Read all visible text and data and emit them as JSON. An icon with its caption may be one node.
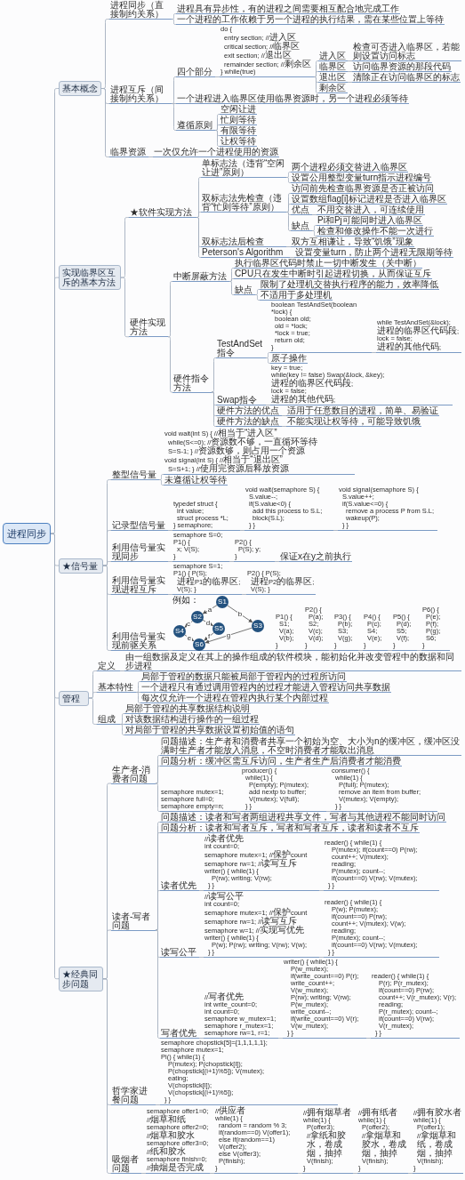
{
  "diagram": {
    "nodes": [
      {
        "text": [
          "进程同步"
        ]
      },
      {
        "text": [
          "基本概念"
        ]
      },
      {
        "text": [
          "进程同步（直接制约关系）"
        ]
      },
      {
        "text": [
          "进程具有异步性，有的进程之间需要相互配合地完成工作"
        ]
      },
      {
        "text": [
          "一个进程的工作依赖于另一个进程的执行结果，需在某些位置上等待"
        ]
      },
      {
        "text": [
          "进程互斥（间接制约关系）"
        ]
      },
      {
        "text": [
          "四个部分"
        ]
      },
      {
        "text": [
          "do {",
          "entry section; //进入区",
          "critical section; //临界区",
          "exit section; //退出区",
          "remainder section; //剩余区",
          "} while(true)"
        ]
      },
      {
        "text": [
          "进入区"
        ]
      },
      {
        "text": [
          "检查可否进入临界区，若能则设置访问标志"
        ]
      },
      {
        "text": [
          "临界区"
        ]
      },
      {
        "text": [
          "访问临界资源的那段代码"
        ]
      },
      {
        "text": [
          "退出区"
        ]
      },
      {
        "text": [
          "清除正在访问临界区的标志"
        ]
      },
      {
        "text": [
          "剩余区"
        ]
      },
      {
        "text": [
          "一个进程进入临界区使用临界资源时，另一个进程必须等待"
        ]
      },
      {
        "text": [
          "遵循原则"
        ]
      },
      {
        "text": [
          "空闲让进"
        ]
      },
      {
        "text": [
          "忙则等待"
        ]
      },
      {
        "text": [
          "有限等待"
        ]
      },
      {
        "text": [
          "让权等待"
        ]
      },
      {
        "text": [
          "临界资源"
        ]
      },
      {
        "text": [
          "一次仅允许一个进程使用的资源"
        ]
      },
      {
        "text": [
          "实现临界区互斥的基本方法"
        ]
      },
      {
        "text": [
          "★软件实现方法"
        ]
      },
      {
        "text": [
          "单标志法（违背“空闲让进”原则）"
        ]
      },
      {
        "text": [
          "两个进程必须交替进入临界区"
        ]
      },
      {
        "text": [
          "设置公用整型变量turn指示进程编号"
        ]
      },
      {
        "text": [
          "双标志法先检查（违背“忙则等待”原则）"
        ]
      },
      {
        "text": [
          "访问前先检查临界资源是否正被访问"
        ]
      },
      {
        "text": [
          "设置数组flag[i]标记进程是否进入临界区"
        ]
      },
      {
        "text": [
          "优点"
        ]
      },
      {
        "text": [
          "不用交替进入，可连续使用"
        ]
      },
      {
        "text": [
          "缺点"
        ]
      },
      {
        "text": [
          "Pi和Pj可能同时进入临界区"
        ]
      },
      {
        "text": [
          "检查和修改操作不能一次进行"
        ]
      },
      {
        "text": [
          "双标志法后检查"
        ]
      },
      {
        "text": [
          "双方互相谦让，导致“饥饿”现象"
        ]
      },
      {
        "text": [
          "Peterson's Algorithm"
        ]
      },
      {
        "text": [
          "设置变量turn，防止两个进程无限期等待"
        ]
      },
      {
        "text": [
          "硬件实现方法"
        ]
      },
      {
        "text": [
          "中断屏蔽方法"
        ]
      },
      {
        "text": [
          "执行临界区代码时禁止一切中断发生（关中断）"
        ]
      },
      {
        "text": [
          "CPU只在发生中断时引起进程切换，从而保证互斥"
        ]
      },
      {
        "text": [
          "缺点"
        ]
      },
      {
        "text": [
          "限制了处理机交替执行程序的能力，效率降低"
        ]
      },
      {
        "text": [
          "不适用于多处理机"
        ]
      },
      {
        "text": [
          "硬件指令方法"
        ]
      },
      {
        "text": [
          "TestAndSet指令"
        ]
      },
      {
        "text": [
          "boolean TestAndSet(boolean *lock) {",
          "boolean old;",
          "old = *lock;",
          "*lock = true;",
          "return old;",
          "}"
        ]
      },
      {
        "text": [
          "while TestAndSet(&lock);",
          "进程的临界区代码段;",
          "lock = false;",
          "进程的其他代码;"
        ]
      },
      {
        "text": [
          "原子操作"
        ]
      },
      {
        "text": [
          "Swap指令"
        ]
      },
      {
        "text": [
          "key = true;",
          "while(key != false) Swap(&lock, &key);",
          "进程的临界区代码段;",
          "lock = false;",
          "进程的其他代码;"
        ]
      },
      {
        "text": [
          "硬件方法的优点"
        ]
      },
      {
        "text": [
          "适用于任意数目的进程，简单、易验证"
        ]
      },
      {
        "text": [
          "硬件方法的缺点"
        ]
      },
      {
        "text": [
          "不能实现让权等待，可能导致饥饿"
        ]
      },
      {
        "text": [
          "★信号量"
        ]
      },
      {
        "text": [
          "整型信号量"
        ]
      },
      {
        "text": [
          "void wait(int S) { //相当于“进入区”",
          "while(S<=0); //资源数不够，一直循环等待",
          "S=S-1; } //资源数够，则占用一个资源",
          "void signal(int S) { //相当于“退出区”",
          "S=S+1; } //使用完资源后释放资源"
        ]
      },
      {
        "text": [
          "未遵循让权等待"
        ]
      },
      {
        "text": [
          "记录型信号量"
        ]
      },
      {
        "text": [
          "typedef struct {",
          "int value;",
          "struct process *L;",
          "} semaphore;"
        ]
      },
      {
        "text": [
          "void wait(semaphore S) {",
          "S.value--;",
          "if(S.value<0) {",
          "add this process to S.L;",
          "block(S.L);",
          "} }"
        ]
      },
      {
        "text": [
          "void signal(semaphore S) {",
          "S.value++;",
          "if(S.value<=0) {",
          "remove a process P from S.L;",
          "wakeup(P);",
          "} }"
        ]
      },
      {
        "text": [
          "利用信号量实现同步"
        ]
      },
      {
        "text": [
          "semaphore S=0;",
          "P1() {",
          "x; V(S);",
          "}"
        ]
      },
      {
        "text": [
          "P2() {",
          "P(S); y;",
          "}"
        ]
      },
      {
        "text": [
          "保证x在y之前执行"
        ]
      },
      {
        "text": [
          "利用信号量实现进程互斥"
        ]
      },
      {
        "text": [
          "semaphore S=1;",
          "P1() { P(S);",
          "进程P1的临界区;",
          "V(S); }"
        ]
      },
      {
        "text": [
          "P2() { P(S);",
          "进程P2的临界区;",
          "V(S); }"
        ]
      },
      {
        "text": [
          "利用信号量实现前驱关系"
        ]
      },
      {
        "text": [
          "例如："
        ]
      },
      {
        "text": [
          "S1"
        ],
        "in": 74
      },
      {
        "text": [
          "S2"
        ],
        "in": 74
      },
      {
        "text": [
          "S3"
        ],
        "in": 74
      },
      {
        "text": [
          "S4"
        ],
        "in": 74
      },
      {
        "text": [
          "S5"
        ],
        "in": 74
      },
      {
        "text": [
          "S6"
        ],
        "in": 74
      },
      {
        "text": [
          "P1() {",
          "S1;",
          "V(a);",
          "V(b);",
          "}"
        ]
      },
      {
        "text": [
          "P2() {",
          "P(a);",
          "S2;",
          "V(c);",
          "V(d);",
          "}"
        ]
      },
      {
        "text": [
          "P3() {",
          "P(b);",
          "S3;",
          "V(g);",
          "}"
        ]
      },
      {
        "text": [
          "P4() {",
          "P(c);",
          "S4;",
          "V(e);",
          "}"
        ]
      },
      {
        "text": [
          "P5() {",
          "P(d);",
          "S5;",
          "V(f);",
          "}"
        ]
      },
      {
        "text": [
          "P6() {",
          "P(e);",
          "P(f);",
          "P(g);",
          "S6;",
          "}"
        ]
      },
      {
        "text": [
          "管程"
        ]
      },
      {
        "text": [
          "定义"
        ]
      },
      {
        "text": [
          "由一组数据及定义在其上的操作组成的软件模块，能初始化并改变管程中的数据和同步进程"
        ]
      },
      {
        "text": [
          "基本特性"
        ]
      },
      {
        "text": [
          "局部于管程的数据只能被局部于管程内的过程所访问"
        ]
      },
      {
        "text": [
          "一个进程只有通过调用管程内的过程才能进入管程访问共享数据"
        ]
      },
      {
        "text": [
          "每次仅允许一个进程在管程内执行某个内部过程"
        ]
      },
      {
        "text": [
          "组成"
        ]
      },
      {
        "text": [
          "局部于管程的共享数据结构说明"
        ]
      },
      {
        "text": [
          "对该数据结构进行操作的一组过程"
        ]
      },
      {
        "text": [
          "对局部于管程的共享数据设置初始值的语句"
        ]
      },
      {
        "text": [
          "★经典同步问题"
        ]
      },
      {
        "text": [
          "生产者-消费者问题"
        ]
      },
      {
        "text": [
          "问题描述：生产者和消费者共享一个初始为空、大小为n的缓冲区，缓冲区没满时生产者才能放入消息，不空时消费者才能取出消息"
        ]
      },
      {
        "text": [
          "问题分析：缓冲区需互斥访问，生产者生产后消费者才能消费"
        ]
      },
      {
        "text": [
          "semaphore mutex=1;",
          "semaphore full=0;",
          "semaphore empty=n;"
        ]
      },
      {
        "text": [
          "producer() {",
          "while(1) {",
          "P(empty); P(mutex);",
          "add nextp to buffer;",
          "V(mutex); V(full);",
          "} }"
        ]
      },
      {
        "text": [
          "consumer() {",
          "while(1) {",
          "P(full); P(mutex);",
          "remove an item from buffer;",
          "V(mutex); V(empty);",
          "} }"
        ]
      },
      {
        "text": [
          "读者-写者问题"
        ]
      },
      {
        "text": [
          "问题描述：读者和写者两组进程共享文件，写者与其他进程不能同时访问"
        ]
      },
      {
        "text": [
          "问题分析：读者和写者互斥，写者和写者互斥，读者和读者不互斥"
        ]
      },
      {
        "text": [
          "读者优先"
        ]
      },
      {
        "text": [
          "//读者优先",
          "int count=0;",
          "semaphore mutex=1; //保护count",
          "semaphore rw=1; //读写互斥",
          "writer() { while(1) {",
          "P(rw); writing; V(rw);",
          "} }"
        ]
      },
      {
        "text": [
          "reader() { while(1) {",
          "P(mutex); if(count==0) P(rw);",
          "count++; V(mutex);",
          "reading;",
          "P(mutex); count--;",
          "if(count==0) V(rw); V(mutex);",
          "} }"
        ]
      },
      {
        "text": [
          "读写公平"
        ]
      },
      {
        "text": [
          "//读写公平",
          "int count=0;",
          "semaphore mutex=1; //保护count",
          "semaphore rw=1; //读写互斥",
          "semaphore w=1; //实现写优先",
          "writer() { while(1) {",
          "P(w); P(rw); writing; V(rw); V(w);",
          "} }"
        ]
      },
      {
        "text": [
          "reader() { while(1) {",
          "P(w); P(mutex);",
          "if(count==0) P(rw);",
          "count++; V(mutex); V(w);",
          "reading;",
          "P(mutex); count--;",
          "if(count==0) V(rw); V(mutex);",
          "} }"
        ]
      },
      {
        "text": [
          "写者优先"
        ]
      },
      {
        "text": [
          "//写者优先",
          "int write_count=0;",
          "int count=0;",
          "semaphore w_mutex=1;",
          "semaphore r_mutex=1;",
          "semaphore rw=1, r=1;"
        ]
      },
      {
        "text": [
          "writer() { while(1) {",
          "P(w_mutex);",
          "if(write_count==0) P(r);",
          "write_count++; V(w_mutex);",
          "P(rw); writing; V(rw);",
          "P(w_mutex); write_count--;",
          "if(write_count==0) V(r);",
          "V(w_mutex);",
          "} }"
        ]
      },
      {
        "text": [
          "reader() { while(1) {",
          "P(r); P(r_mutex);",
          "if(count==0) P(rw);",
          "count++; V(r_mutex); V(r);",
          "reading;",
          "P(r_mutex); count--;",
          "if(count==0) V(rw);",
          "V(r_mutex);",
          "} }"
        ]
      },
      {
        "text": [
          "哲学家进餐问题"
        ]
      },
      {
        "text": [
          "semaphore chopstick[5]={1,1,1,1,1};",
          "semaphore mutex=1;",
          "Pi() { while(1) {",
          "P(mutex); P(chopstick[i]);",
          "P(chopstick[(i+1)%5]); V(mutex);",
          "eating;",
          "V(chopstick[i]);",
          "V(chopstick[(i+1)%5]);",
          "} }"
        ]
      },
      {
        "text": [
          "吸烟者问题"
        ]
      },
      {
        "text": [
          "semaphore offer1=0; //烟草和纸",
          "semaphore offer2=0; //烟草和胶水",
          "semaphore offer3=0; //纸和胶水",
          "semaphore finish=0; //抽烟是否完成"
        ]
      },
      {
        "text": [
          "//供应者",
          "while(1) {",
          "random = random % 3;",
          "if(random==0) V(offer1);",
          "else if(random==1) V(offer2);",
          "else V(offer3);",
          "P(finish);",
          "}"
        ]
      },
      {
        "text": [
          "//拥有烟草者",
          "while(1) {",
          "P(offer3);",
          "//拿纸和胶水，卷成烟，抽掉",
          "V(finish);",
          "}"
        ]
      },
      {
        "text": [
          "//拥有纸者",
          "while(1) {",
          "P(offer2);",
          "//拿烟草和胶水，卷成烟，抽掉",
          "V(finish);",
          "}"
        ]
      },
      {
        "text": [
          "//拥有胶水者",
          "while(1) {",
          "P(offer1);",
          "//拿烟草和纸，卷成烟，抽掉",
          "V(finish);",
          "}"
        ]
      }
    ],
    "edges": [
      {
        "from": 0,
        "to": 1,
        "arrow": "none"
      },
      {
        "from": 1,
        "to": 2,
        "arrow": "none"
      },
      {
        "from": 2,
        "to": 3,
        "arrow": "none"
      },
      {
        "from": 2,
        "to": 4,
        "arrow": "none"
      },
      {
        "from": 1,
        "to": 5,
        "arrow": "none"
      },
      {
        "from": 5,
        "to": 6,
        "arrow": "none"
      },
      {
        "from": 6,
        "to": 7,
        "arrow": "none"
      },
      {
        "from": 7,
        "to": 8,
        "arrow": "none"
      },
      {
        "from": 8,
        "to": 9,
        "arrow": "none"
      },
      {
        "from": 7,
        "to": 10,
        "arrow": "none"
      },
      {
        "from": 10,
        "to": 11,
        "arrow": "none"
      },
      {
        "from": 7,
        "to": 12,
        "arrow": "none"
      },
      {
        "from": 12,
        "to": 13,
        "arrow": "none"
      },
      {
        "from": 7,
        "to": 14,
        "arrow": "none"
      },
      {
        "from": 5,
        "to": 15,
        "arrow": "none"
      },
      {
        "from": 5,
        "to": 16,
        "arrow": "none"
      },
      {
        "from": 16,
        "to": 17,
        "arrow": "none"
      },
      {
        "from": 16,
        "to": 18,
        "arrow": "none"
      },
      {
        "from": 16,
        "to": 19,
        "arrow": "none"
      },
      {
        "from": 16,
        "to": 20,
        "arrow": "none"
      },
      {
        "from": 1,
        "to": 21,
        "arrow": "none"
      },
      {
        "from": 21,
        "to": 22,
        "arrow": "none"
      },
      {
        "from": 0,
        "to": 23,
        "arrow": "none"
      },
      {
        "from": 23,
        "to": 24,
        "arrow": "none"
      },
      {
        "from": 24,
        "to": 25,
        "arrow": "none"
      },
      {
        "from": 25,
        "to": 26,
        "arrow": "none"
      },
      {
        "from": 25,
        "to": 27,
        "arrow": "none"
      },
      {
        "from": 24,
        "to": 28,
        "arrow": "none"
      },
      {
        "from": 28,
        "to": 29,
        "arrow": "none"
      },
      {
        "from": 28,
        "to": 30,
        "arrow": "none"
      },
      {
        "from": 28,
        "to": 31,
        "arrow": "none"
      },
      {
        "from": 31,
        "to": 32,
        "arrow": "none"
      },
      {
        "from": 28,
        "to": 33,
        "arrow": "none"
      },
      {
        "from": 33,
        "to": 34,
        "arrow": "none"
      },
      {
        "from": 33,
        "to": 35,
        "arrow": "none"
      },
      {
        "from": 24,
        "to": 36,
        "arrow": "none"
      },
      {
        "from": 36,
        "to": 37,
        "arrow": "none"
      },
      {
        "from": 24,
        "to": 38,
        "arrow": "none"
      },
      {
        "from": 38,
        "to": 39,
        "arrow": "none"
      },
      {
        "from": 23,
        "to": 40,
        "arrow": "none"
      },
      {
        "from": 40,
        "to": 41,
        "arrow": "none"
      },
      {
        "from": 41,
        "to": 42,
        "arrow": "none"
      },
      {
        "from": 41,
        "to": 43,
        "arrow": "none"
      },
      {
        "from": 41,
        "to": 44,
        "arrow": "none"
      },
      {
        "from": 44,
        "to": 45,
        "arrow": "none"
      },
      {
        "from": 44,
        "to": 46,
        "arrow": "none"
      },
      {
        "from": 40,
        "to": 47,
        "arrow": "none"
      },
      {
        "from": 47,
        "to": 48,
        "arrow": "none"
      },
      {
        "from": 48,
        "to": 49,
        "arrow": "none"
      },
      {
        "from": 49,
        "to": 50,
        "arrow": "none"
      },
      {
        "from": 48,
        "to": 51,
        "arrow": "none"
      },
      {
        "from": 47,
        "to": 52,
        "arrow": "none"
      },
      {
        "from": 52,
        "to": 53,
        "arrow": "none"
      },
      {
        "from": 47,
        "to": 54,
        "arrow": "none"
      },
      {
        "from": 54,
        "to": 55,
        "arrow": "none"
      },
      {
        "from": 47,
        "to": 56,
        "arrow": "none"
      },
      {
        "from": 56,
        "to": 57,
        "arrow": "none"
      },
      {
        "from": 0,
        "to": 58,
        "arrow": "none"
      },
      {
        "from": 58,
        "to": 59,
        "arrow": "none"
      },
      {
        "from": 59,
        "to": 60,
        "arrow": "none"
      },
      {
        "from": 59,
        "to": 61,
        "arrow": "none"
      },
      {
        "from": 58,
        "to": 62,
        "arrow": "none"
      },
      {
        "from": 62,
        "to": 63,
        "arrow": "none"
      },
      {
        "from": 63,
        "to": 64,
        "arrow": "none"
      },
      {
        "from": 64,
        "to": 65,
        "arrow": "none"
      },
      {
        "from": 58,
        "to": 66,
        "arrow": "none"
      },
      {
        "from": 66,
        "to": 67,
        "arrow": "none"
      },
      {
        "from": 67,
        "to": 68,
        "arrow": "none"
      },
      {
        "from": 68,
        "to": 69,
        "arrow": "none"
      },
      {
        "from": 58,
        "to": 70,
        "arrow": "none"
      },
      {
        "from": 70,
        "to": 71,
        "arrow": "none"
      },
      {
        "from": 71,
        "to": 72,
        "arrow": "none"
      },
      {
        "from": 58,
        "to": 73,
        "arrow": "none"
      },
      {
        "from": 73,
        "to": 74,
        "arrow": "none"
      },
      {
        "from": 75,
        "to": 76,
        "arrow": "to",
        "label": "a"
      },
      {
        "from": 75,
        "to": 77,
        "arrow": "to",
        "label": "b"
      },
      {
        "from": 76,
        "to": 78,
        "arrow": "to",
        "label": "c"
      },
      {
        "from": 76,
        "to": 79,
        "arrow": "to",
        "label": "d"
      },
      {
        "from": 78,
        "to": 80,
        "arrow": "to",
        "label": "e"
      },
      {
        "from": 79,
        "to": 80,
        "arrow": "to",
        "label": "f"
      },
      {
        "from": 77,
        "to": 80,
        "arrow": "to",
        "label": "g"
      },
      {
        "from": 74,
        "to": 81,
        "arrow": "none"
      },
      {
        "from": 81,
        "to": 82,
        "arrow": "none"
      },
      {
        "from": 82,
        "to": 83,
        "arrow": "none"
      },
      {
        "from": 83,
        "to": 84,
        "arrow": "none"
      },
      {
        "from": 84,
        "to": 85,
        "arrow": "none"
      },
      {
        "from": 85,
        "to": 86,
        "arrow": "none"
      },
      {
        "from": 0,
        "to": 87,
        "arrow": "none"
      },
      {
        "from": 87,
        "to": 88,
        "arrow": "none"
      },
      {
        "from": 88,
        "to": 89,
        "arrow": "none"
      },
      {
        "from": 87,
        "to": 90,
        "arrow": "none"
      },
      {
        "from": 90,
        "to": 91,
        "arrow": "none"
      },
      {
        "from": 90,
        "to": 92,
        "arrow": "none"
      },
      {
        "from": 90,
        "to": 93,
        "arrow": "none"
      },
      {
        "from": 87,
        "to": 94,
        "arrow": "none"
      },
      {
        "from": 94,
        "to": 95,
        "arrow": "none"
      },
      {
        "from": 94,
        "to": 96,
        "arrow": "none"
      },
      {
        "from": 94,
        "to": 97,
        "arrow": "none"
      },
      {
        "from": 0,
        "to": 98,
        "arrow": "none"
      },
      {
        "from": 98,
        "to": 99,
        "arrow": "none"
      },
      {
        "from": 99,
        "to": 100,
        "arrow": "none"
      },
      {
        "from": 99,
        "to": 101,
        "arrow": "none"
      },
      {
        "from": 99,
        "to": 102,
        "arrow": "none"
      },
      {
        "from": 102,
        "to": 103,
        "arrow": "none"
      },
      {
        "from": 103,
        "to": 104,
        "arrow": "none"
      },
      {
        "from": 98,
        "to": 105,
        "arrow": "none"
      },
      {
        "from": 105,
        "to": 106,
        "arrow": "none"
      },
      {
        "from": 105,
        "to": 107,
        "arrow": "none"
      },
      {
        "from": 105,
        "to": 108,
        "arrow": "none"
      },
      {
        "from": 108,
        "to": 109,
        "arrow": "none"
      },
      {
        "from": 109,
        "to": 110,
        "arrow": "none"
      },
      {
        "from": 105,
        "to": 111,
        "arrow": "none"
      },
      {
        "from": 111,
        "to": 112,
        "arrow": "none"
      },
      {
        "from": 112,
        "to": 113,
        "arrow": "none"
      },
      {
        "from": 105,
        "to": 114,
        "arrow": "none"
      },
      {
        "from": 114,
        "to": 115,
        "arrow": "none"
      },
      {
        "from": 115,
        "to": 116,
        "arrow": "none"
      },
      {
        "from": 116,
        "to": 117,
        "arrow": "none"
      },
      {
        "from": 98,
        "to": 118,
        "arrow": "none"
      },
      {
        "from": 118,
        "to": 119,
        "arrow": "none"
      },
      {
        "from": 98,
        "to": 120,
        "arrow": "none"
      },
      {
        "from": 120,
        "to": 121,
        "arrow": "none"
      },
      {
        "from": 121,
        "to": 122,
        "arrow": "none"
      },
      {
        "from": 122,
        "to": 123,
        "arrow": "none"
      },
      {
        "from": 123,
        "to": 124,
        "arrow": "none"
      },
      {
        "from": 124,
        "to": 125,
        "arrow": "none"
      }
    ]
  }
}
